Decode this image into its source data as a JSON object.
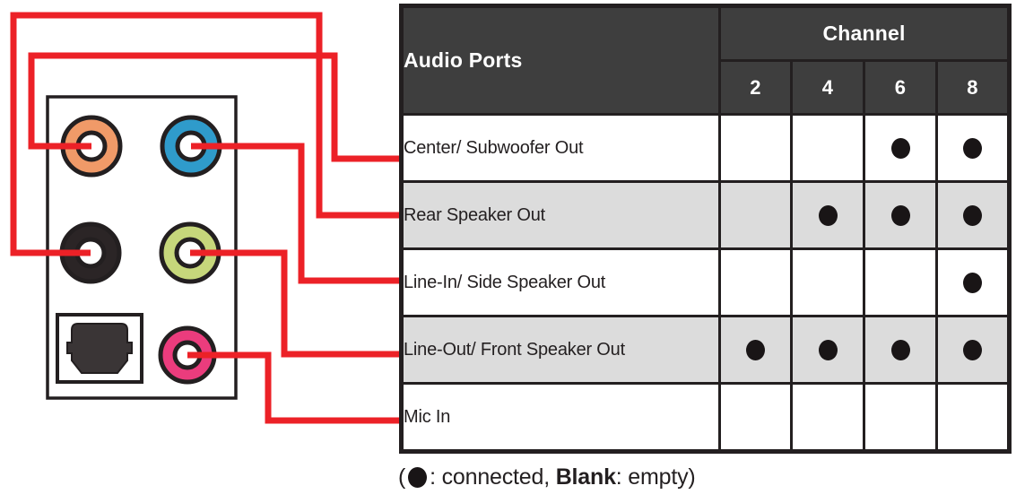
{
  "diagram": {
    "jacks": [
      {
        "id": "orange",
        "color": "#F09A68"
      },
      {
        "id": "blue",
        "color": "#2F9BCB"
      },
      {
        "id": "black",
        "color": "#2B2526"
      },
      {
        "id": "green",
        "color": "#C6D77B"
      },
      {
        "id": "pink",
        "color": "#EB3C7D"
      }
    ],
    "optical_port_color": "#3A3536",
    "connections": [
      {
        "jack": "orange",
        "port": "Center/ Subwoofer Out"
      },
      {
        "jack": "black",
        "port": "Rear Speaker Out"
      },
      {
        "jack": "blue",
        "port": "Line-In/ Side Speaker Out"
      },
      {
        "jack": "green",
        "port": "Line-Out/ Front Speaker Out"
      },
      {
        "jack": "pink",
        "port": "Mic In"
      }
    ]
  },
  "table": {
    "corner_header": "Audio Ports",
    "channel_header": "Channel",
    "channels": [
      "2",
      "4",
      "6",
      "8"
    ],
    "rows": [
      {
        "label": "Center/ Subwoofer Out",
        "connected": [
          false,
          false,
          true,
          true
        ]
      },
      {
        "label": "Rear Speaker Out",
        "connected": [
          false,
          true,
          true,
          true
        ]
      },
      {
        "label": "Line-In/ Side Speaker Out",
        "connected": [
          false,
          false,
          false,
          true
        ]
      },
      {
        "label": "Line-Out/ Front Speaker Out",
        "connected": [
          true,
          true,
          true,
          true
        ]
      },
      {
        "label": "Mic In",
        "connected": [
          false,
          false,
          false,
          false
        ]
      }
    ]
  },
  "legend": {
    "open": "(",
    "dot_icon": "filled-circle",
    "connected_text": ": connected, ",
    "blank_text": "Blank",
    "empty_text": ": empty)"
  },
  "colors": {
    "wire": "#EC2127",
    "header_bg": "#3E3E3E",
    "header_text": "#FFFFFF",
    "row_bg": "#FFFFFF",
    "row_alt_bg": "#DCDCDC",
    "border": "#231F20",
    "text": "#231F20",
    "dot": "#191516"
  }
}
